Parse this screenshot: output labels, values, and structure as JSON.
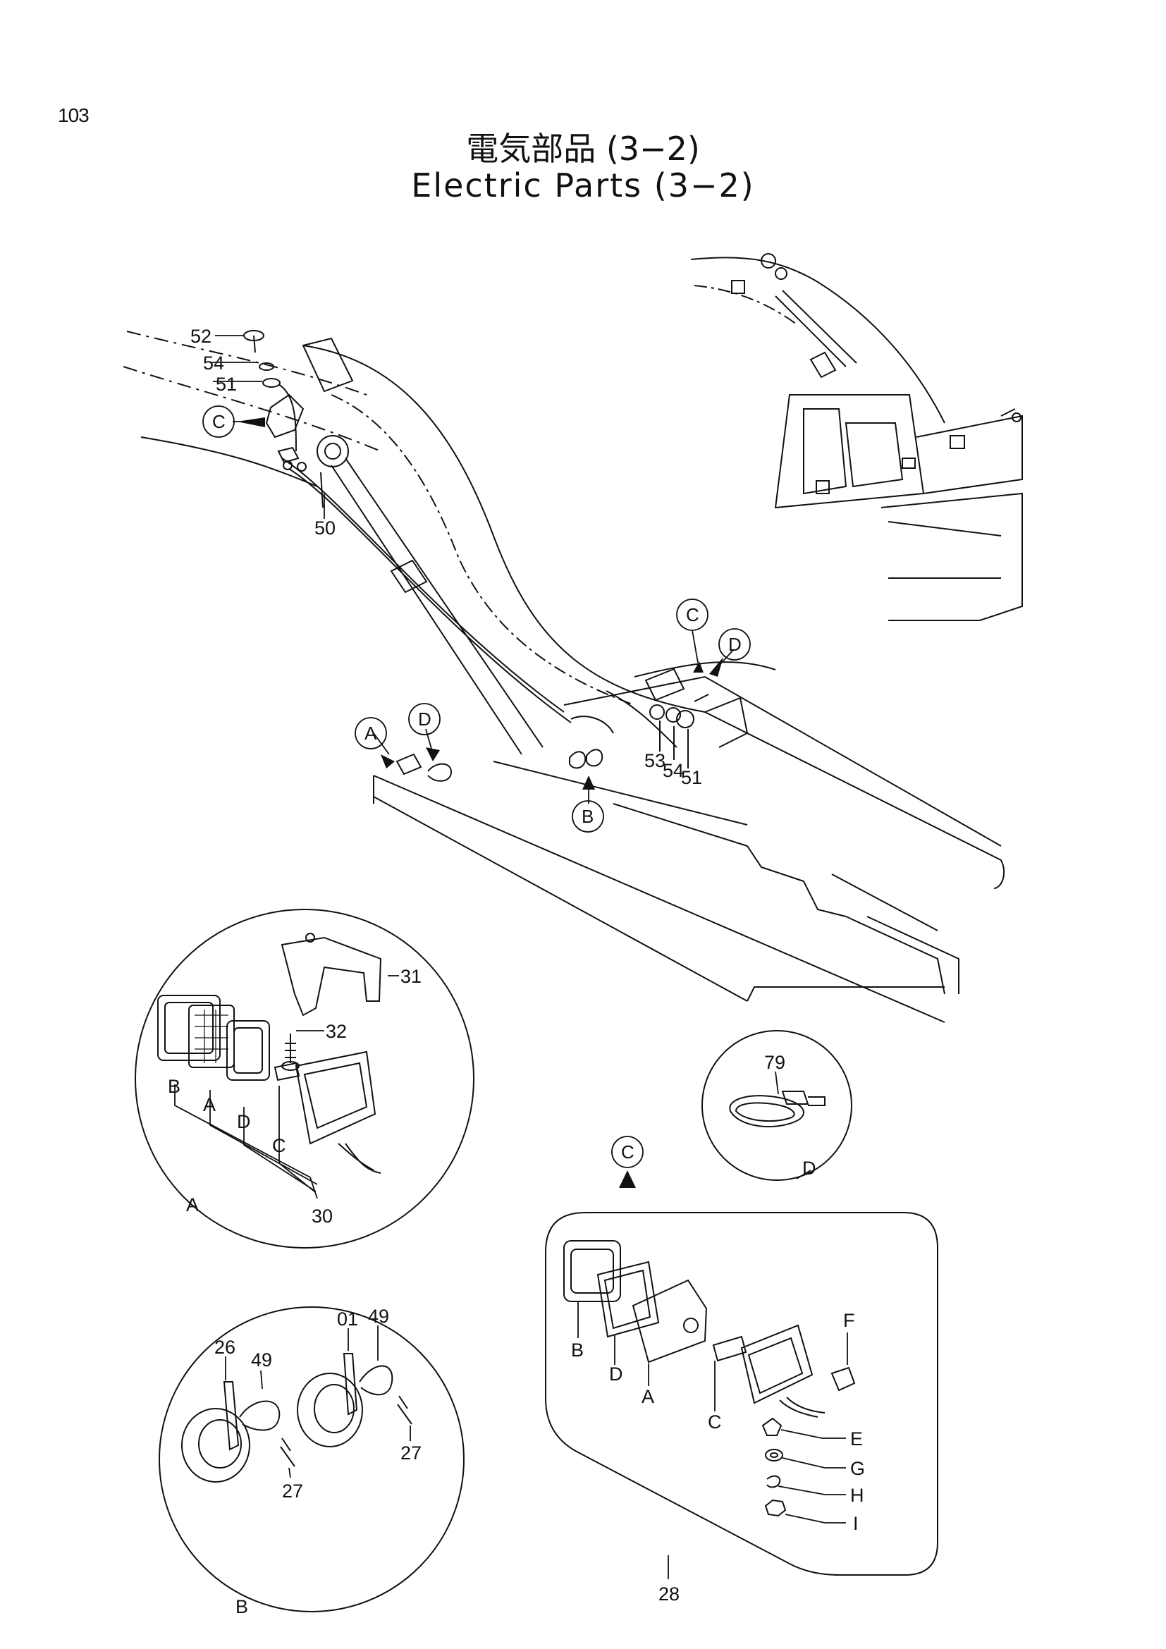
{
  "page_number": "103",
  "title_jp": "電気部品 (3−2)",
  "title_en": "Electric Parts (3−2)",
  "part_numbers": {
    "p52": "52",
    "p54a": "54",
    "p51a": "51",
    "p50": "50",
    "p53": "53",
    "p54b": "54",
    "p51b": "51",
    "p31": "31",
    "p32": "32",
    "p30": "30",
    "p79": "79",
    "p26": "26",
    "p49a": "49",
    "p01": "01",
    "p49b": "49",
    "p27a": "27",
    "p27b": "27",
    "p28": "28"
  },
  "callouts": {
    "c_left": "C",
    "c_mid": "C",
    "d_mid": "D",
    "a_main": "A",
    "d_main": "D",
    "b_main": "B",
    "c_detail": "C"
  },
  "detail_a": {
    "letter": "A",
    "sub": [
      "B",
      "A",
      "D",
      "C"
    ]
  },
  "detail_b": {
    "letter": "B"
  },
  "detail_d": {
    "letter": "D"
  },
  "detail_c": {
    "sub": [
      "B",
      "D",
      "A",
      "C",
      "F",
      "E",
      "G",
      "H",
      "I"
    ]
  }
}
